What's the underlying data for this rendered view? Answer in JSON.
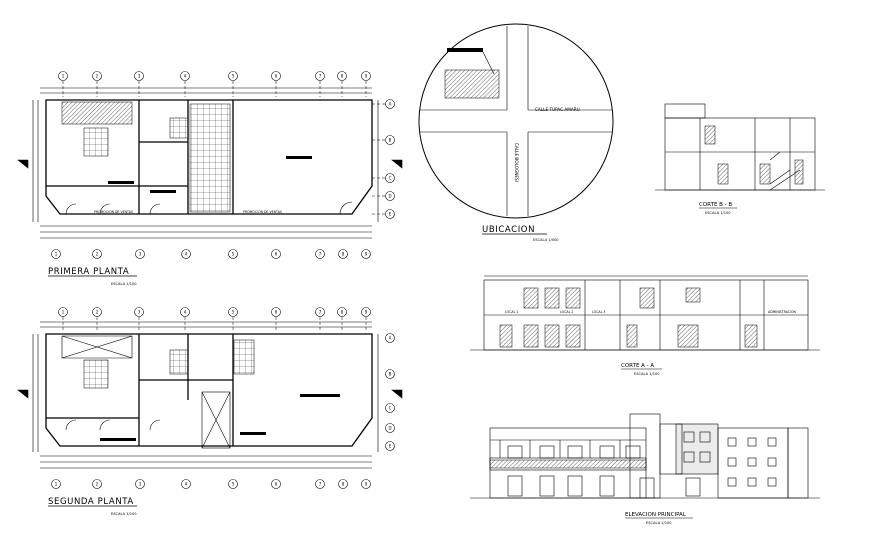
{
  "plans": {
    "first": {
      "title": "PRIMERA PLANTA",
      "scale": "ESCALA 1/100"
    },
    "second": {
      "title": "SEGUNDA PLANTA",
      "scale": "ESCALA 1/100"
    }
  },
  "location": {
    "title": "UBICACION",
    "scale": "ESCALA 1/500",
    "street_horizontal": "CALLE TUPAC AMARU",
    "street_vertical": "CALLE BOLOGNESI"
  },
  "sections": {
    "bb": {
      "title": "CORTE B - B",
      "scale": "ESCALA 1/100"
    },
    "aa": {
      "title": "CORTE A - A",
      "scale": "ESCALA 1/100"
    }
  },
  "elevation": {
    "title": "ELEVACION PRINCIPAL",
    "scale": "ESCALA 1/100"
  },
  "axes": {
    "numbers": [
      "1",
      "2",
      "3",
      "4",
      "5",
      "6",
      "7",
      "8",
      "9"
    ],
    "letters": [
      "A",
      "B",
      "C",
      "D",
      "E"
    ]
  },
  "room_labels": {
    "commercial": "PROMOCION DE VENTAS",
    "local1": "LOCAL 1",
    "local2": "LOCAL 2",
    "local3": "LOCAL 3",
    "office": "ADMINISTRACION"
  }
}
